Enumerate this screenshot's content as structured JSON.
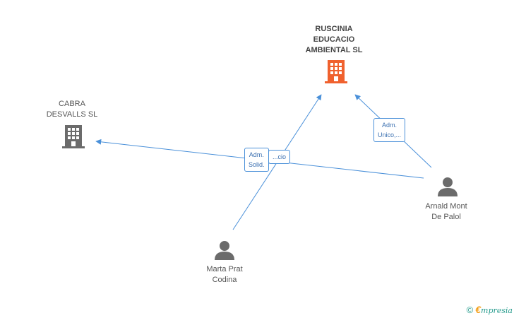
{
  "nodes": {
    "ruscinia": {
      "label": "RUSCINIA\nEDUCACIO\nAMBIENTAL SL",
      "type": "company",
      "color": "#f0612e",
      "icon": "building-icon"
    },
    "cabra": {
      "label": "CABRA\nDESVALLS SL",
      "type": "company",
      "color": "#6b6b6b",
      "icon": "building-icon"
    },
    "arnald": {
      "label": "Arnald Mont\nDe Palol",
      "type": "person",
      "color": "#6b6b6b",
      "icon": "person-icon"
    },
    "marta": {
      "label": "Marta Prat\nCodina",
      "type": "person",
      "color": "#6b6b6b",
      "icon": "person-icon"
    }
  },
  "edges": {
    "arnald_ruscinia": {
      "label": "Adm.\nUnico,..."
    },
    "arnald_cabra": {
      "label": "Adm.\nSolid."
    },
    "marta_ruscinia_hidden": {
      "label": "...cio"
    }
  },
  "colors": {
    "edge": "#4a90d9"
  },
  "footer": {
    "copyright": "©",
    "brand_e": "€",
    "brand_rest": "mpresia"
  }
}
